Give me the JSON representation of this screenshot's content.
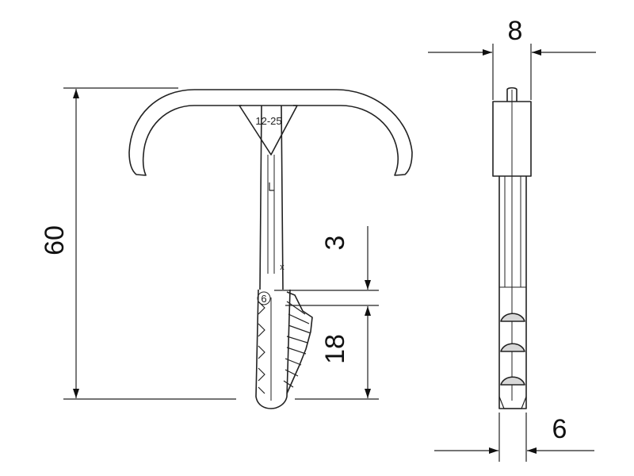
{
  "drawing": {
    "dimensions": {
      "overall_height": "60",
      "top_width": "8",
      "bottom_width": "6",
      "gap": "3",
      "anchor_length": "18"
    },
    "marks": {
      "size_range": "12-25",
      "circle_mark": "6",
      "x_mark": "x",
      "l_mark": "L"
    }
  }
}
